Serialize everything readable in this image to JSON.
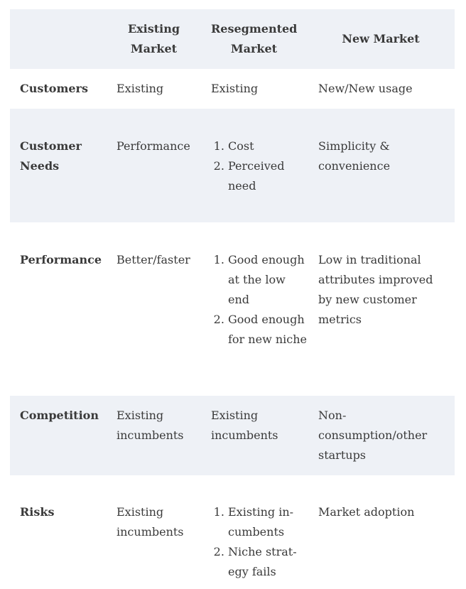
{
  "table": {
    "headers": [
      "",
      "Existing Market",
      "Resegmented Market",
      "New Market"
    ],
    "rows": [
      {
        "label": "Customers",
        "existing": "Existing",
        "resegmented": [
          "Existing"
        ],
        "new": "New/New usage"
      },
      {
        "label": "Customer Needs",
        "existing": "Performance",
        "resegmented": [
          "Cost",
          "Perceived need"
        ],
        "new": "Simplicity & convenience"
      },
      {
        "label": "Performance",
        "existing": "Better/faster",
        "resegmented": [
          "Good enough at the low end",
          "Good enough for new niche"
        ],
        "new": "Low in traditional attributes improved by new customer metrics"
      },
      {
        "label": "Competition",
        "existing": "Existing incumbents",
        "resegmented": [
          "Existing incumbents"
        ],
        "new": "Non-consumption/other startups"
      },
      {
        "label": "Risks",
        "existing": "Existing incumbents",
        "resegmented": [
          "Existing in­cumbents",
          "Niche strat­egy fails"
        ],
        "new": "Market adoption"
      }
    ]
  }
}
